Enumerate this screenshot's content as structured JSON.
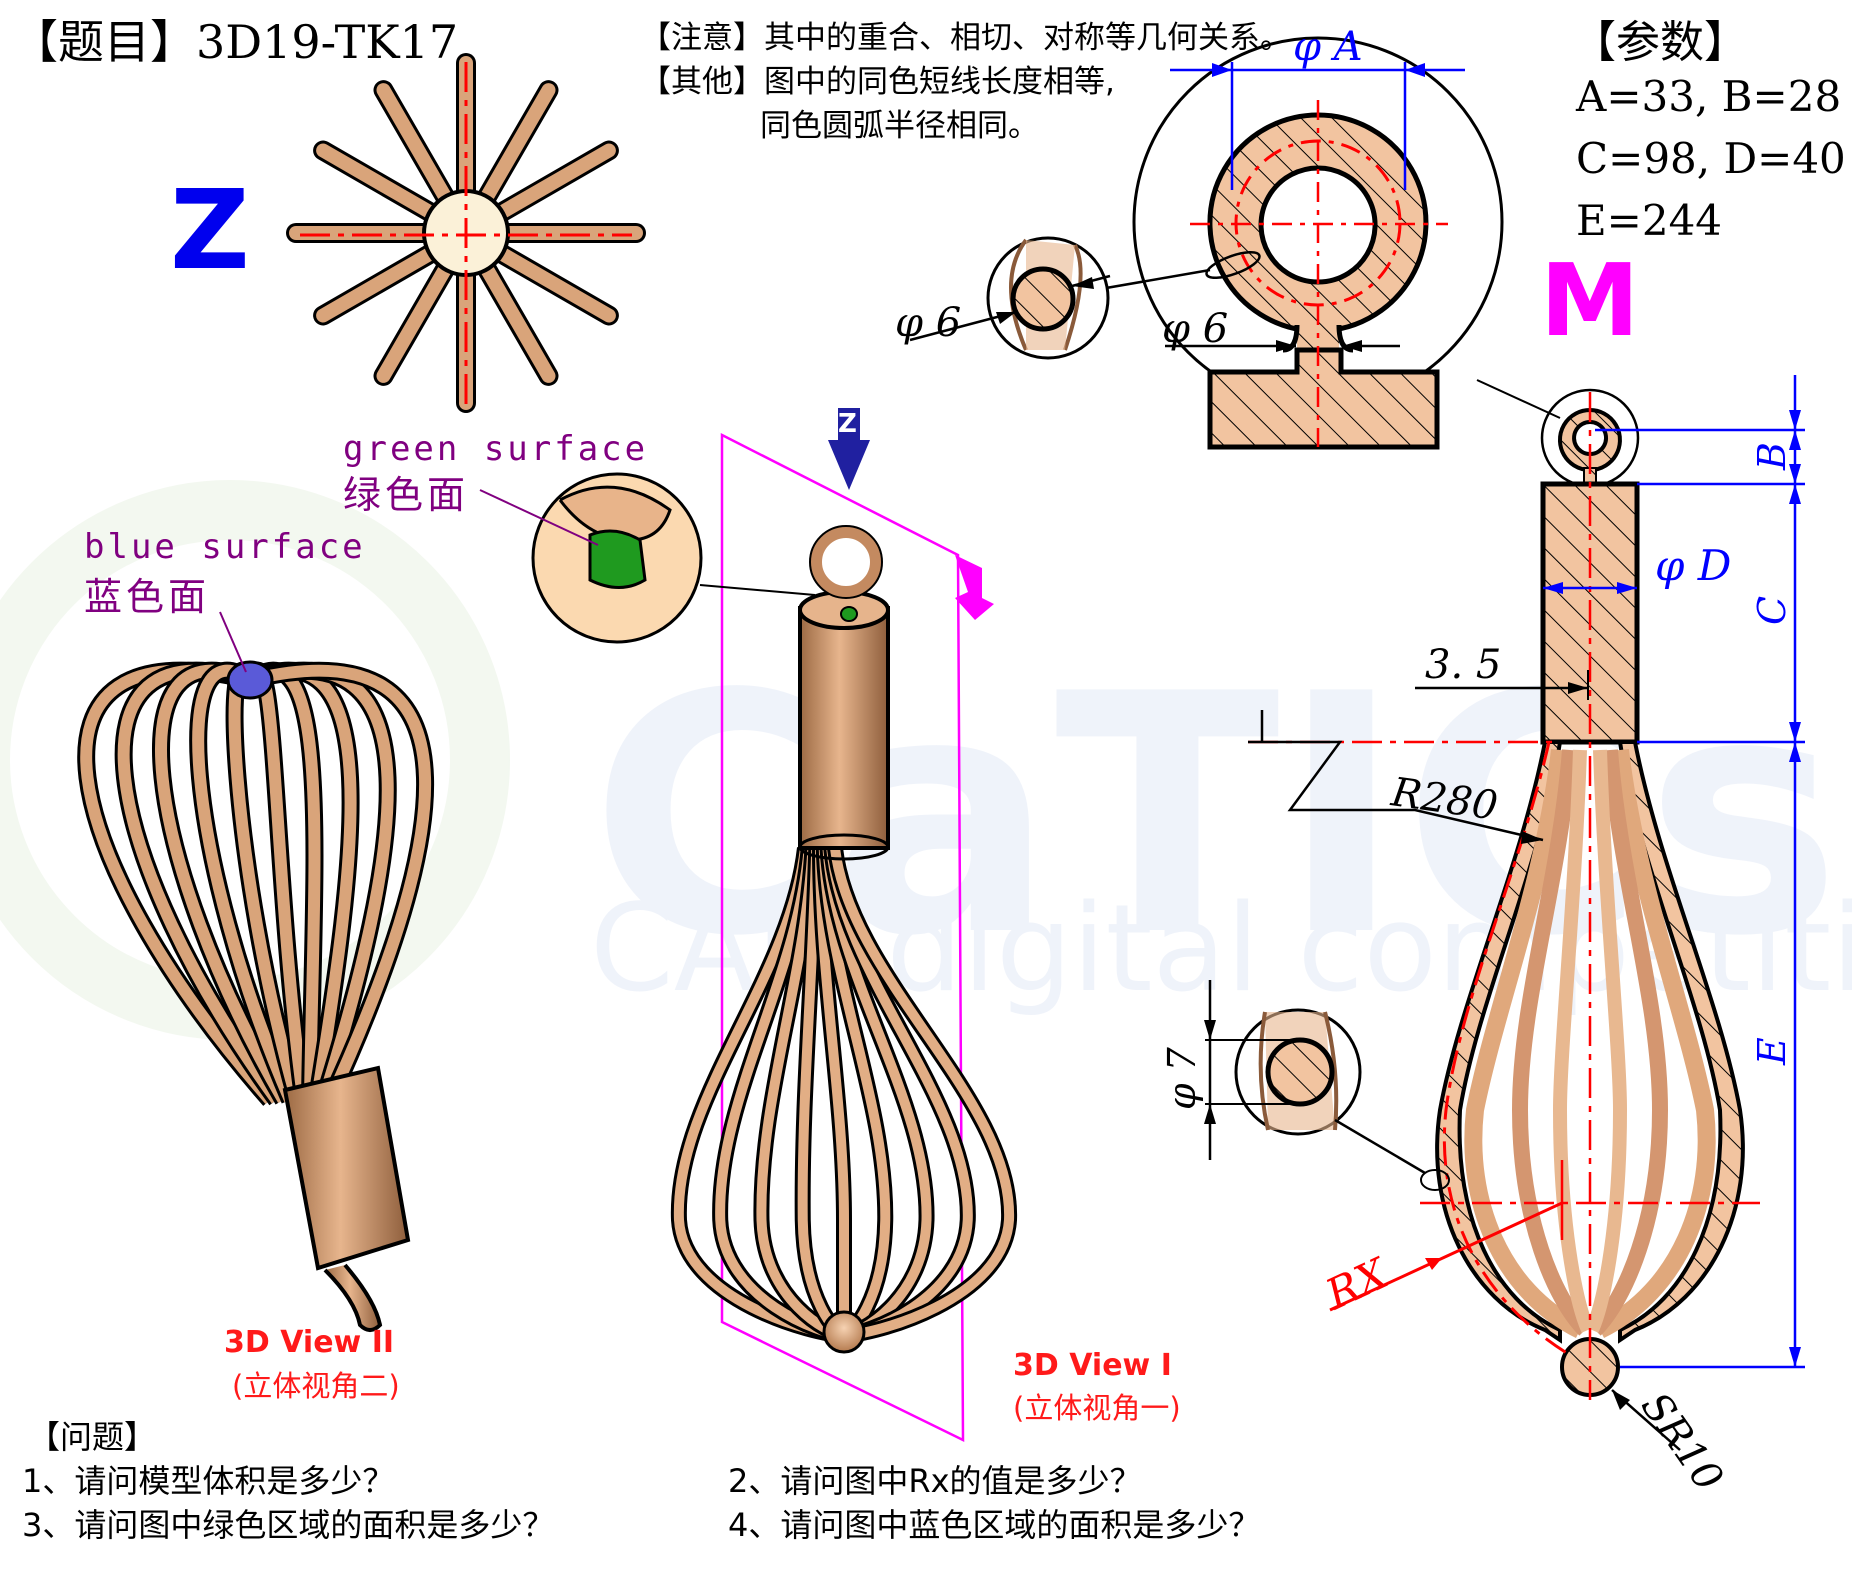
{
  "title": "【题目】3D19-TK17",
  "notes": {
    "line1": "【注意】其中的重合、相切、对称等几何关系。",
    "line2": "【其他】图中的同色短线长度相等,",
    "line3": "同色圆弧半径相同。"
  },
  "params": {
    "header": "【参数】",
    "line1": "A=33, B=28",
    "line2": "C=98, D=40",
    "line3": "E=244"
  },
  "labels": {
    "z_letter": "Z",
    "m_letter": "M",
    "green_en": "green surface",
    "green_cn": "绿色面",
    "blue_en": "blue surface",
    "blue_cn": "蓝色面",
    "view2_en": "3D View II",
    "view2_cn": "(立体视角二)",
    "view1_en": "3D View I",
    "view1_cn": "(立体视角一)"
  },
  "dims": {
    "phiA": "φ A",
    "phi6a": "φ 6",
    "phi6b": "φ 6",
    "B": "B",
    "C": "C",
    "phiD": "φ D",
    "d35": "3. 5",
    "R280": "R280",
    "phi7": "φ 7",
    "E": "E",
    "RX": "RX",
    "SR10": "SR10"
  },
  "questions": {
    "header": "【问题】",
    "q1": "1、请问模型体积是多少？",
    "q2": "2、请问图中Rx的值是多少？",
    "q3": "3、请问图中绿色区域的面积是多少？",
    "q4": "4、请问图中蓝色区域的面积是多少？"
  },
  "watermark": {
    "word": "CaTICs",
    "sub": "CAD digital competition"
  },
  "colors": {
    "copper": "#d9a47a",
    "copper_dark": "#8a5a3a",
    "hatch_fill": "#f2c4a0",
    "dim_blue": "#0000ff",
    "center_red": "#ff0000",
    "magenta": "#ff00ff",
    "purple": "#800080",
    "green": "#1f9a1f",
    "blue_surface": "#5a5ad8"
  }
}
